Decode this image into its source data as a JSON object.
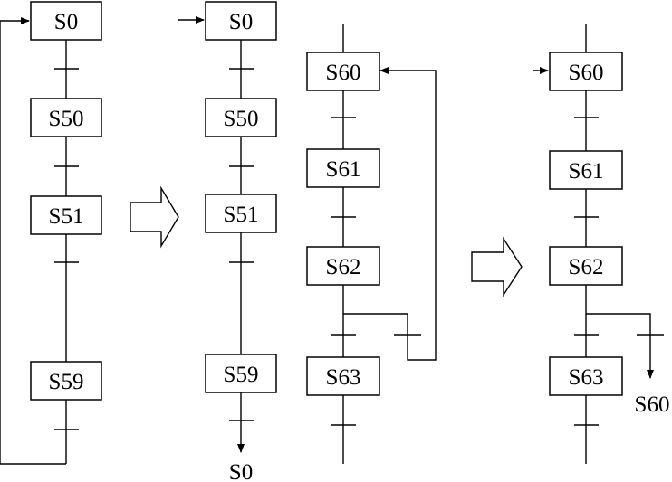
{
  "diagram": {
    "panel_a": {
      "steps": [
        "S0",
        "S50",
        "S51",
        "S59"
      ]
    },
    "panel_b": {
      "steps": [
        "S0",
        "S50",
        "S51",
        "S59"
      ],
      "exit_label": "S0"
    },
    "panel_c": {
      "steps": [
        "S60",
        "S61",
        "S62",
        "S63"
      ]
    },
    "panel_d": {
      "steps": [
        "S60",
        "S61",
        "S62",
        "S63"
      ],
      "exit_label": "S60"
    }
  }
}
